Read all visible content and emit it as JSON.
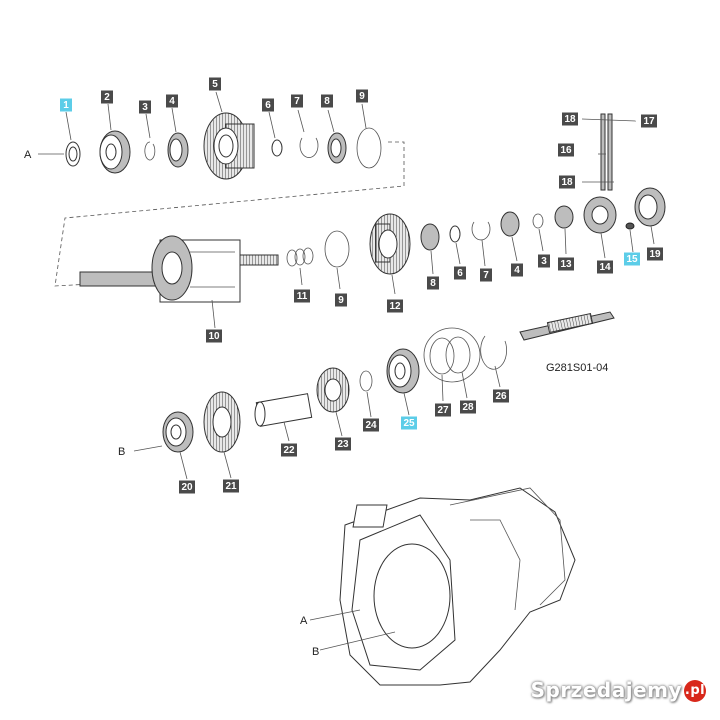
{
  "colors": {
    "tag_default": "#4a4a4a",
    "tag_highlight": "#5ccde8",
    "tag_text": "#ffffff",
    "watermark_accent": "#d8281b"
  },
  "drawing_code": "G281S01-04",
  "refs": {
    "a": "A",
    "b": "B"
  },
  "watermark": {
    "text": "Sprzedajemy",
    "suffix": ".pl"
  },
  "callouts": [
    {
      "label": "1",
      "highlight": true
    },
    {
      "label": "2",
      "highlight": false
    },
    {
      "label": "3",
      "highlight": false
    },
    {
      "label": "4",
      "highlight": false
    },
    {
      "label": "5",
      "highlight": false
    },
    {
      "label": "6",
      "highlight": false
    },
    {
      "label": "7",
      "highlight": false
    },
    {
      "label": "8",
      "highlight": false
    },
    {
      "label": "9",
      "highlight": false
    },
    {
      "label": "18",
      "highlight": false
    },
    {
      "label": "17",
      "highlight": false
    },
    {
      "label": "16",
      "highlight": false
    },
    {
      "label": "18",
      "highlight": false
    },
    {
      "label": "11",
      "highlight": false
    },
    {
      "label": "9",
      "highlight": false
    },
    {
      "label": "12",
      "highlight": false
    },
    {
      "label": "8",
      "highlight": false
    },
    {
      "label": "6",
      "highlight": false
    },
    {
      "label": "7",
      "highlight": false
    },
    {
      "label": "4",
      "highlight": false
    },
    {
      "label": "3",
      "highlight": false
    },
    {
      "label": "13",
      "highlight": false
    },
    {
      "label": "14",
      "highlight": false
    },
    {
      "label": "15",
      "highlight": true
    },
    {
      "label": "19",
      "highlight": false
    },
    {
      "label": "10",
      "highlight": false
    },
    {
      "label": "27",
      "highlight": false
    },
    {
      "label": "28",
      "highlight": false
    },
    {
      "label": "26",
      "highlight": false
    },
    {
      "label": "25",
      "highlight": true
    },
    {
      "label": "24",
      "highlight": false
    },
    {
      "label": "23",
      "highlight": false
    },
    {
      "label": "22",
      "highlight": false
    },
    {
      "label": "21",
      "highlight": false
    },
    {
      "label": "20",
      "highlight": false
    }
  ]
}
